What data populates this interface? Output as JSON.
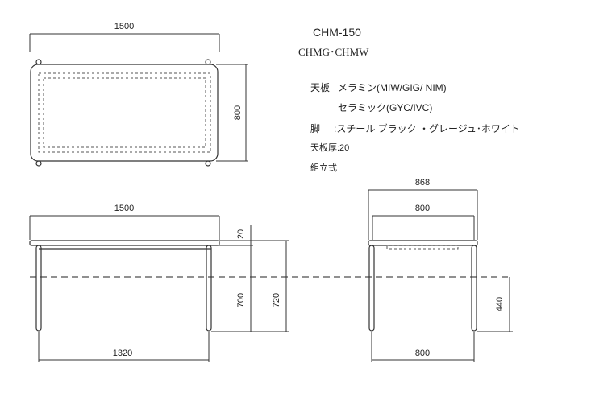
{
  "model": "CHM-150",
  "variants": "CHMG･CHMW",
  "specs": {
    "top_label": "天板",
    "top_value_1": "メラミン(MIW/GIG/ NIM)",
    "top_value_2": "セラミック(GYC/IVC)",
    "leg_label": "脚",
    "leg_value": ":スチール ブラック ・グレージュ･ホワイト",
    "thickness": "天板厚:20",
    "assembly": "組立式"
  },
  "plan_view": {
    "width": "1500",
    "depth": "800"
  },
  "front_view": {
    "width": "1500",
    "leg_span": "1320",
    "top_thickness": "20",
    "frame_height": "700",
    "total_height": "720"
  },
  "side_view": {
    "overall_depth": "868",
    "top_depth": "800",
    "leg_span": "800",
    "height_mark": "440"
  }
}
